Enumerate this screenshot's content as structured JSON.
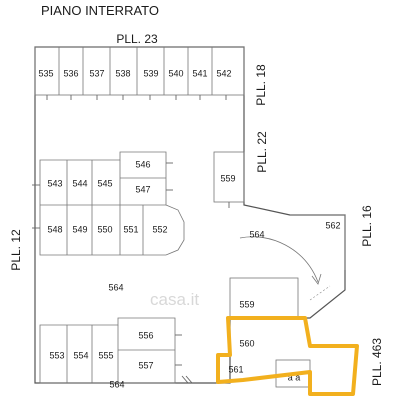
{
  "title": "PIANO INTERRATO",
  "plots": {
    "north": "PLL. 23",
    "east_upper": "PLL. 18",
    "east_mid": "PLL. 22",
    "east_lower": "PLL. 16",
    "west": "PLL. 12",
    "south_east": "PLL. 463"
  },
  "units": {
    "u535": "535",
    "u536": "536",
    "u537": "537",
    "u538": "538",
    "u539": "539",
    "u540": "540",
    "u541": "541",
    "u542": "542",
    "u543": "543",
    "u544": "544",
    "u545": "545",
    "u546": "546",
    "u547": "547",
    "u548": "548",
    "u549": "549",
    "u550": "550",
    "u551": "551",
    "u552": "552",
    "u553": "553",
    "u554": "554",
    "u555": "555",
    "u556": "556",
    "u557": "557",
    "u559a": "559",
    "u559b": "559",
    "u560": "560",
    "u561": "561",
    "u562": "562",
    "u564a": "564",
    "u564b": "564",
    "u564c": "564"
  },
  "watermark": "casa.it",
  "colors": {
    "highlight": "#f2b01e",
    "line": "#555555"
  }
}
